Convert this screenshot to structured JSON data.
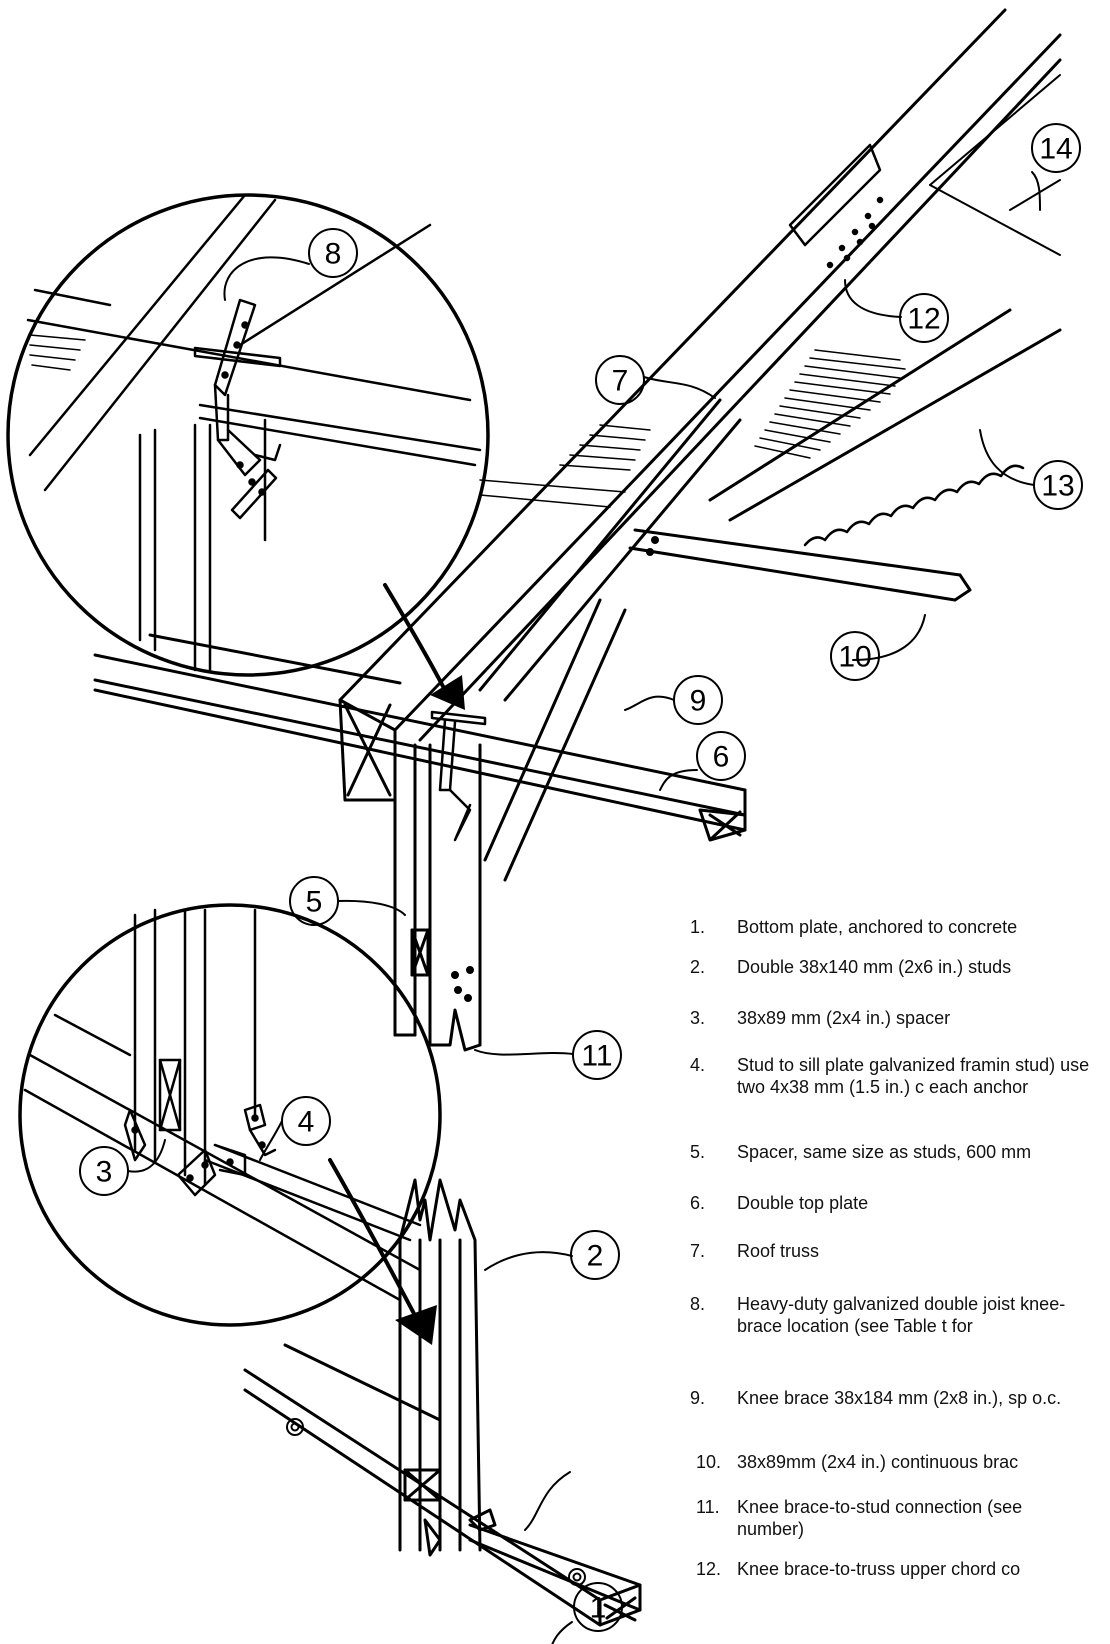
{
  "callouts": [
    "1",
    "2",
    "3",
    "4",
    "5",
    "6",
    "7",
    "8",
    "9",
    "10",
    "11",
    "12",
    "13",
    "14"
  ],
  "legend": [
    {
      "num": "1.",
      "text": "Bottom plate, anchored to concrete"
    },
    {
      "num": "2.",
      "text": "Double 38x140 mm (2x6 in.) studs"
    },
    {
      "num": "3.",
      "text": "38x89 mm (2x4 in.) spacer"
    },
    {
      "num": "4.",
      "text": "Stud to sill plate galvanized framin stud) use two 4x38 mm (1.5 in.) c each anchor"
    },
    {
      "num": "5.",
      "text": "Spacer, same size as studs, 600 mm"
    },
    {
      "num": "6.",
      "text": "Double top plate"
    },
    {
      "num": "7.",
      "text": "Roof truss"
    },
    {
      "num": "8.",
      "text": "Heavy-duty galvanized double joist knee-brace location (see Table t for"
    },
    {
      "num": "9.",
      "text": "Knee brace 38x184 mm (2x8 in.), sp o.c."
    },
    {
      "num": "10.",
      "text": "38x89mm (2x4 in.) continuous brac"
    },
    {
      "num": "11.",
      "text": "Knee brace-to-stud connection (see number)"
    },
    {
      "num": "12.",
      "text": "Knee brace-to-truss upper chord co"
    }
  ]
}
